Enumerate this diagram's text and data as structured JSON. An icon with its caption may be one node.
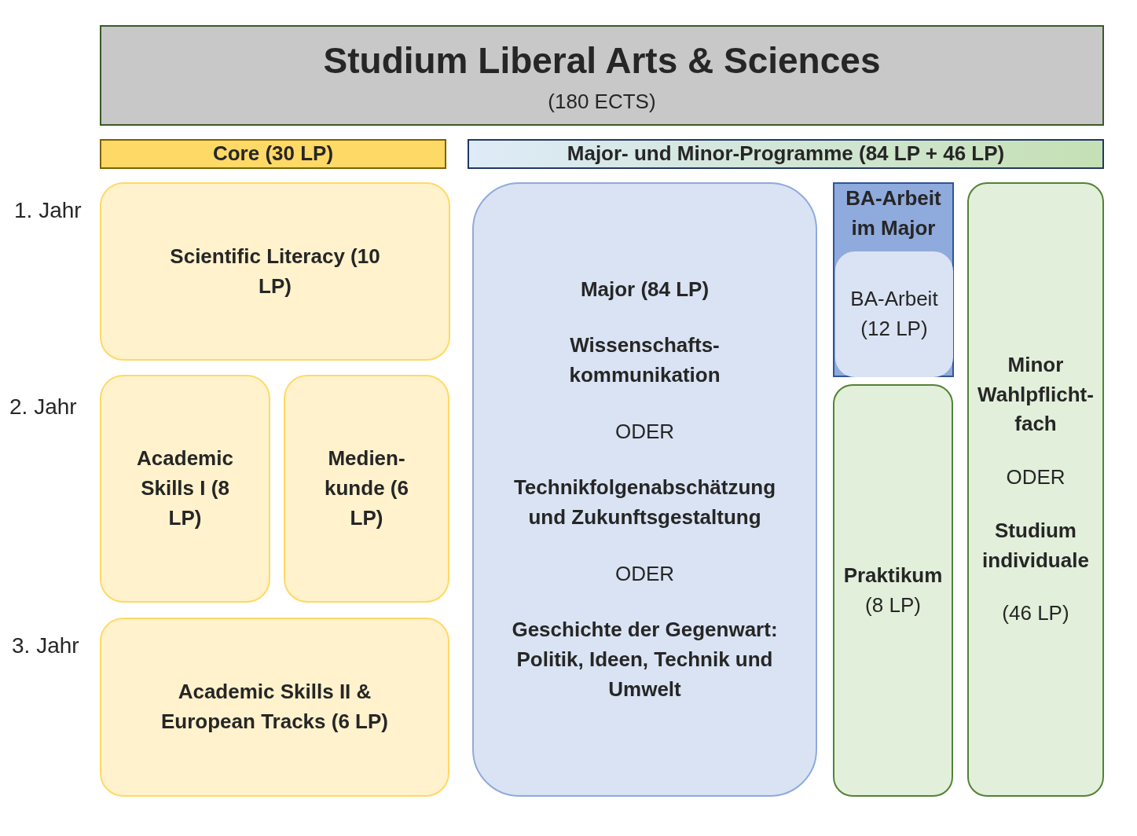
{
  "diagram": {
    "nodes": [
      {
        "text": [
          "Studium Liberal Arts & Sciences",
          "(180 ECTS)"
        ]
      },
      {
        "text": [
          "Core (30 LP)"
        ]
      },
      {
        "text": [
          "Major- und Minor-Programme (84 LP + 46 LP)"
        ]
      },
      {
        "text": [
          "Scientific Literacy (10 LP)"
        ]
      },
      {
        "text": [
          "Academic Skills I (8 LP)"
        ]
      },
      {
        "text": [
          "Medien-kunde (6 LP)"
        ]
      },
      {
        "text": [
          "Academic Skills II & European Tracks (6 LP)"
        ]
      },
      {
        "text": [
          "Major (84 LP)",
          "Wissenschafts-kommunikation",
          "ODER",
          "Technikfolgenabschätzung und Zukunftsgestaltung",
          "ODER",
          "Geschichte der Gegenwart: Politik, Ideen, Technik und Umwelt"
        ]
      },
      {
        "text": [
          "BA-Arbeit im Major"
        ]
      },
      {
        "text": [
          "BA-Arbeit (12 LP)"
        ],
        "in": 8
      },
      {
        "text": [
          "Praktikum",
          "(8 LP)"
        ]
      },
      {
        "text": [
          "Minor Wahlpflicht-fach",
          "ODER",
          "Studium individuale",
          "(46 LP)"
        ]
      }
    ],
    "labels": [
      "1. Jahr",
      "2. Jahr",
      "3. Jahr"
    ]
  }
}
